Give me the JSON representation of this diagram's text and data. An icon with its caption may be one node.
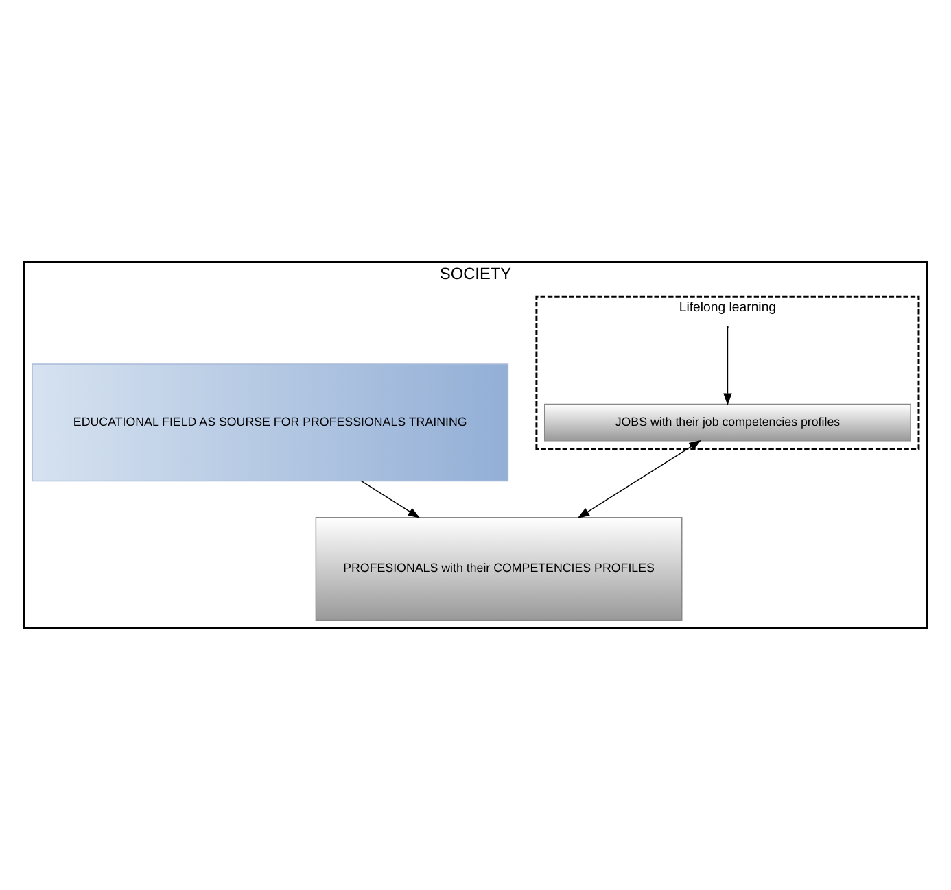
{
  "diagram": {
    "nodes": [
      {
        "text": [
          "SOCIETY"
        ]
      },
      {
        "text": [
          "Lifelong learning"
        ],
        "in": 0
      },
      {
        "text": [
          "JOBS with their job competencies profiles"
        ],
        "in": 1
      },
      {
        "text": [
          "PROFESIONALS with their COMPETENCIES PROFILES"
        ],
        "in": 0
      },
      {
        "text": [
          "EDUCATIONAL FIELD AS SOURSE FOR PROFESSIONALS TRAINING"
        ],
        "in": 0
      }
    ],
    "edges": [
      {
        "from": null,
        "to": 2,
        "arrow": "to"
      },
      {
        "from": 2,
        "to": 3,
        "arrow": "both"
      },
      {
        "from": 4,
        "to": 3,
        "arrow": "to"
      }
    ]
  }
}
